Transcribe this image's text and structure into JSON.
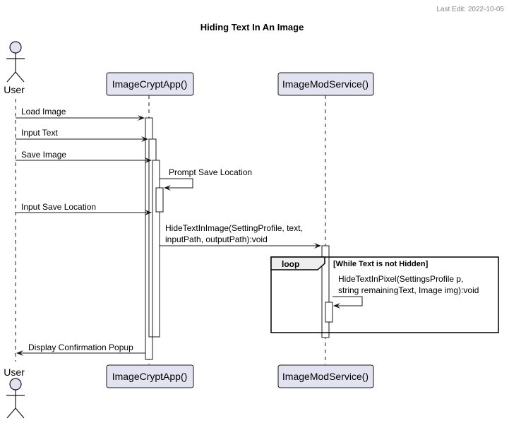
{
  "header": {
    "last_edit": "Last Edit: 2022-10-05"
  },
  "title": "Hiding Text In An Image",
  "colors": {
    "participant_fill": "#E2E2F0",
    "participant_stroke": "#181818",
    "lifeline": "#181818",
    "activation_fill": "#FFFFFF",
    "loop_tab_fill": "#EEEEEE"
  },
  "participants": {
    "user": {
      "label": "User",
      "icon": "stick-figure-actor-icon"
    },
    "app": {
      "label": "ImageCryptApp()"
    },
    "service": {
      "label": "ImageModService()"
    }
  },
  "messages": {
    "load_image": "Load Image",
    "input_text": "Input Text",
    "save_image": "Save Image",
    "prompt_save_location": "Prompt Save Location",
    "input_save_location": "Input Save Location",
    "hide_text_line1": "HideTextInImage(SettingProfile, text,",
    "hide_text_line2": "inputPath, outputPath):void",
    "hide_pixel_line1": "HideTextInPixel(SettingsProfile p,",
    "hide_pixel_line2": "string remainingText, Image img):void",
    "confirmation": "Display Confirmation Popup"
  },
  "loop": {
    "keyword": "loop",
    "condition": "[While Text is not Hidden]"
  }
}
